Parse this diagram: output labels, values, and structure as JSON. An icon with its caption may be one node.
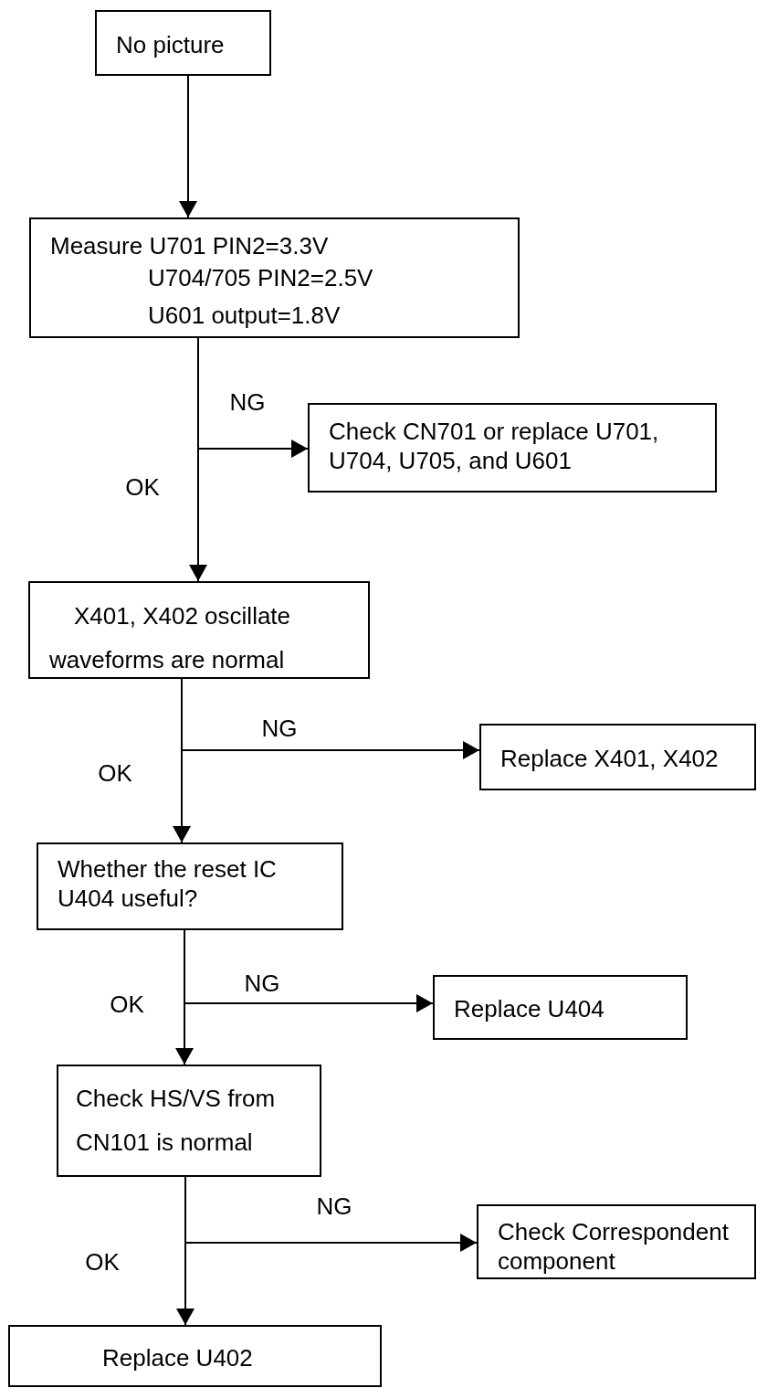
{
  "diagram": {
    "nodes": [
      {
        "text": [
          "No picture"
        ]
      },
      {
        "text": [
          "Measure U701 PIN2=3.3V",
          "U704/705 PIN2=2.5V",
          "U601 output=1.8V"
        ]
      },
      {
        "text": [
          "Check CN701 or replace U701, U704, U705, and U601"
        ]
      },
      {
        "text": [
          "X401, X402 oscillate",
          "waveforms are normal"
        ]
      },
      {
        "text": [
          "Replace X401, X402"
        ]
      },
      {
        "text": [
          "Whether the reset IC U404 useful?"
        ]
      },
      {
        "text": [
          "Replace U404"
        ]
      },
      {
        "text": [
          "Check HS/VS from",
          "CN101 is normal"
        ]
      },
      {
        "text": [
          "Check Correspondent component"
        ]
      },
      {
        "text": [
          "Replace U402"
        ]
      }
    ],
    "edges": [
      {
        "from": 0,
        "to": 1,
        "arrow": "to"
      },
      {
        "from": 1,
        "to": 3,
        "arrow": "to",
        "label": "OK"
      },
      {
        "from": 1,
        "to": 2,
        "arrow": "to",
        "label": "NG"
      },
      {
        "from": 3,
        "to": 5,
        "arrow": "to",
        "label": "OK"
      },
      {
        "from": 3,
        "to": 4,
        "arrow": "to",
        "label": "NG"
      },
      {
        "from": 5,
        "to": 7,
        "arrow": "to",
        "label": "OK"
      },
      {
        "from": 5,
        "to": 6,
        "arrow": "to",
        "label": "NG"
      },
      {
        "from": 7,
        "to": 9,
        "arrow": "to",
        "label": "OK"
      },
      {
        "from": 7,
        "to": 8,
        "arrow": "to",
        "label": "NG"
      }
    ]
  }
}
